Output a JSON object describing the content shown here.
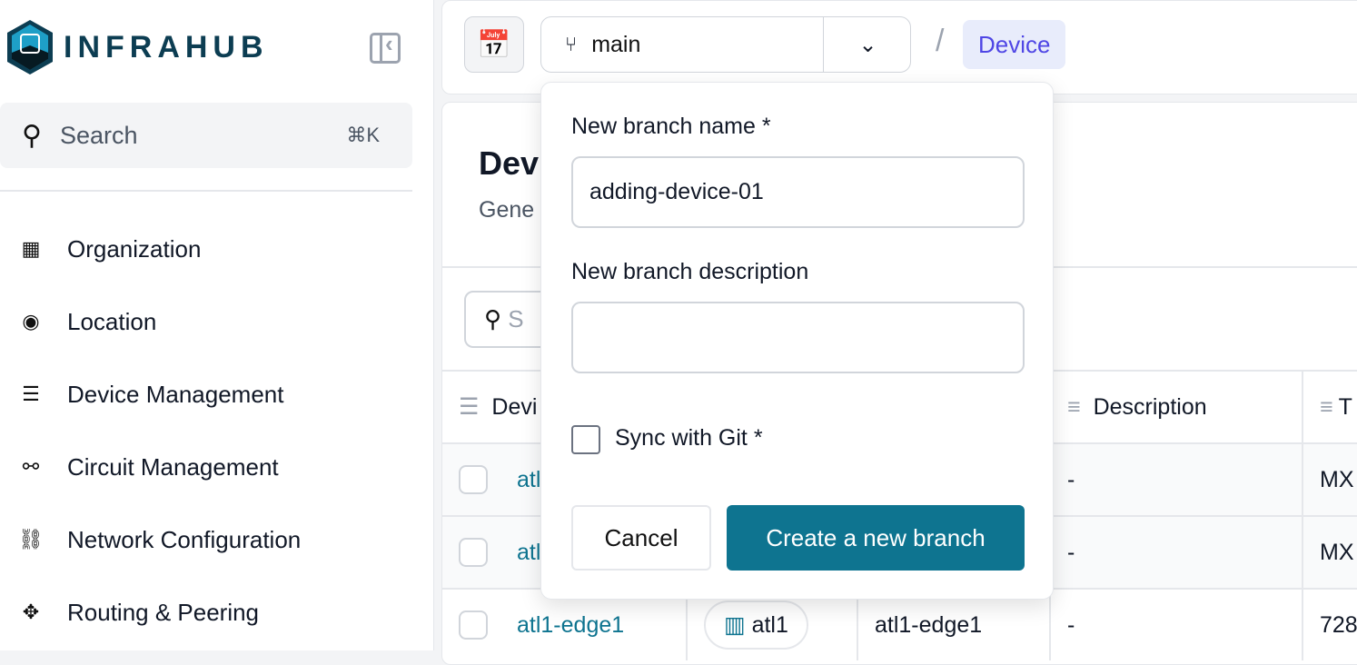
{
  "sidebar": {
    "brand": "INFRAHUB",
    "search_label": "Search",
    "search_shortcut": "⌘K",
    "items": [
      {
        "label": "Organization",
        "icon": "building-icon"
      },
      {
        "label": "Location",
        "icon": "map-pin-icon"
      },
      {
        "label": "Device Management",
        "icon": "server-icon"
      },
      {
        "label": "Circuit Management",
        "icon": "circuit-icon"
      },
      {
        "label": "Network Configuration",
        "icon": "network-icon"
      },
      {
        "label": "Routing & Peering",
        "icon": "routing-icon"
      }
    ]
  },
  "topbar": {
    "branch": "main",
    "breadcrumb": "Device"
  },
  "page": {
    "title": "Dev",
    "subtitle": "Gene",
    "search_placeholder": "S",
    "headers": {
      "name": "Devi",
      "description": "Description",
      "next": "T"
    },
    "rows": [
      {
        "name": "atl",
        "description": "-",
        "next": "MX"
      },
      {
        "name": "atl",
        "description": "-",
        "next": "MX"
      },
      {
        "name": "atl1-edge1",
        "location": "atl1",
        "col3": "atl1-edge1",
        "description": "-",
        "next": "728"
      }
    ]
  },
  "popover": {
    "name_label": "New branch name *",
    "name_value": "adding-device-01",
    "desc_label": "New branch description",
    "desc_value": "",
    "sync_label": "Sync with Git *",
    "sync_checked": false,
    "cancel": "Cancel",
    "create": "Create a new branch"
  },
  "colors": {
    "accent": "#0e7490",
    "brand": "#0c3d52",
    "breadcrumb": "#4f46e5"
  }
}
